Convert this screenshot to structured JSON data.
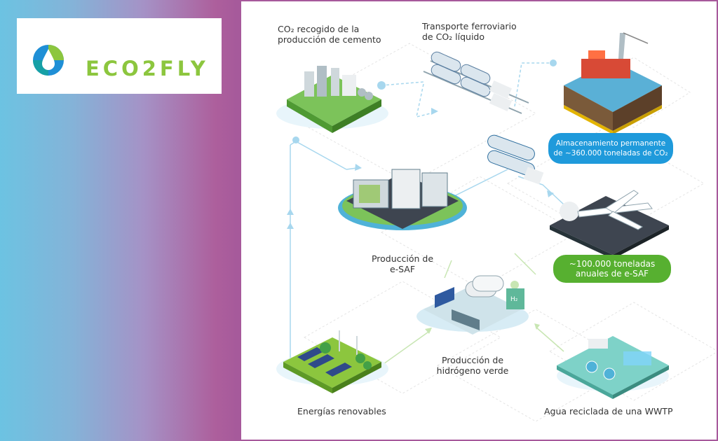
{
  "brand": {
    "logo_text": "ECO2FLY",
    "colors": {
      "blue": "#1f8fd6",
      "green": "#8cc63e",
      "purple": "#a7599b"
    }
  },
  "diagram": {
    "labels": {
      "co2_cement": "CO₂ recogido de la\nproducción de cemento",
      "rail_transport": "Transporte ferroviario\nde CO₂ líquido",
      "esaf_production": "Producción de\ne-SAF",
      "h2_production": "Producción de\nhidrógeno verde",
      "renewables": "Energías renovables",
      "wwtp_water": "Agua reciclada de una WWTP"
    },
    "callouts": {
      "storage": "Almacenamiento permanente\nde ~360.000 toneladas de CO₂",
      "esaf_output": "~100.000 toneladas\nanuales de e-SAF"
    },
    "tank_marking": "H₂"
  }
}
